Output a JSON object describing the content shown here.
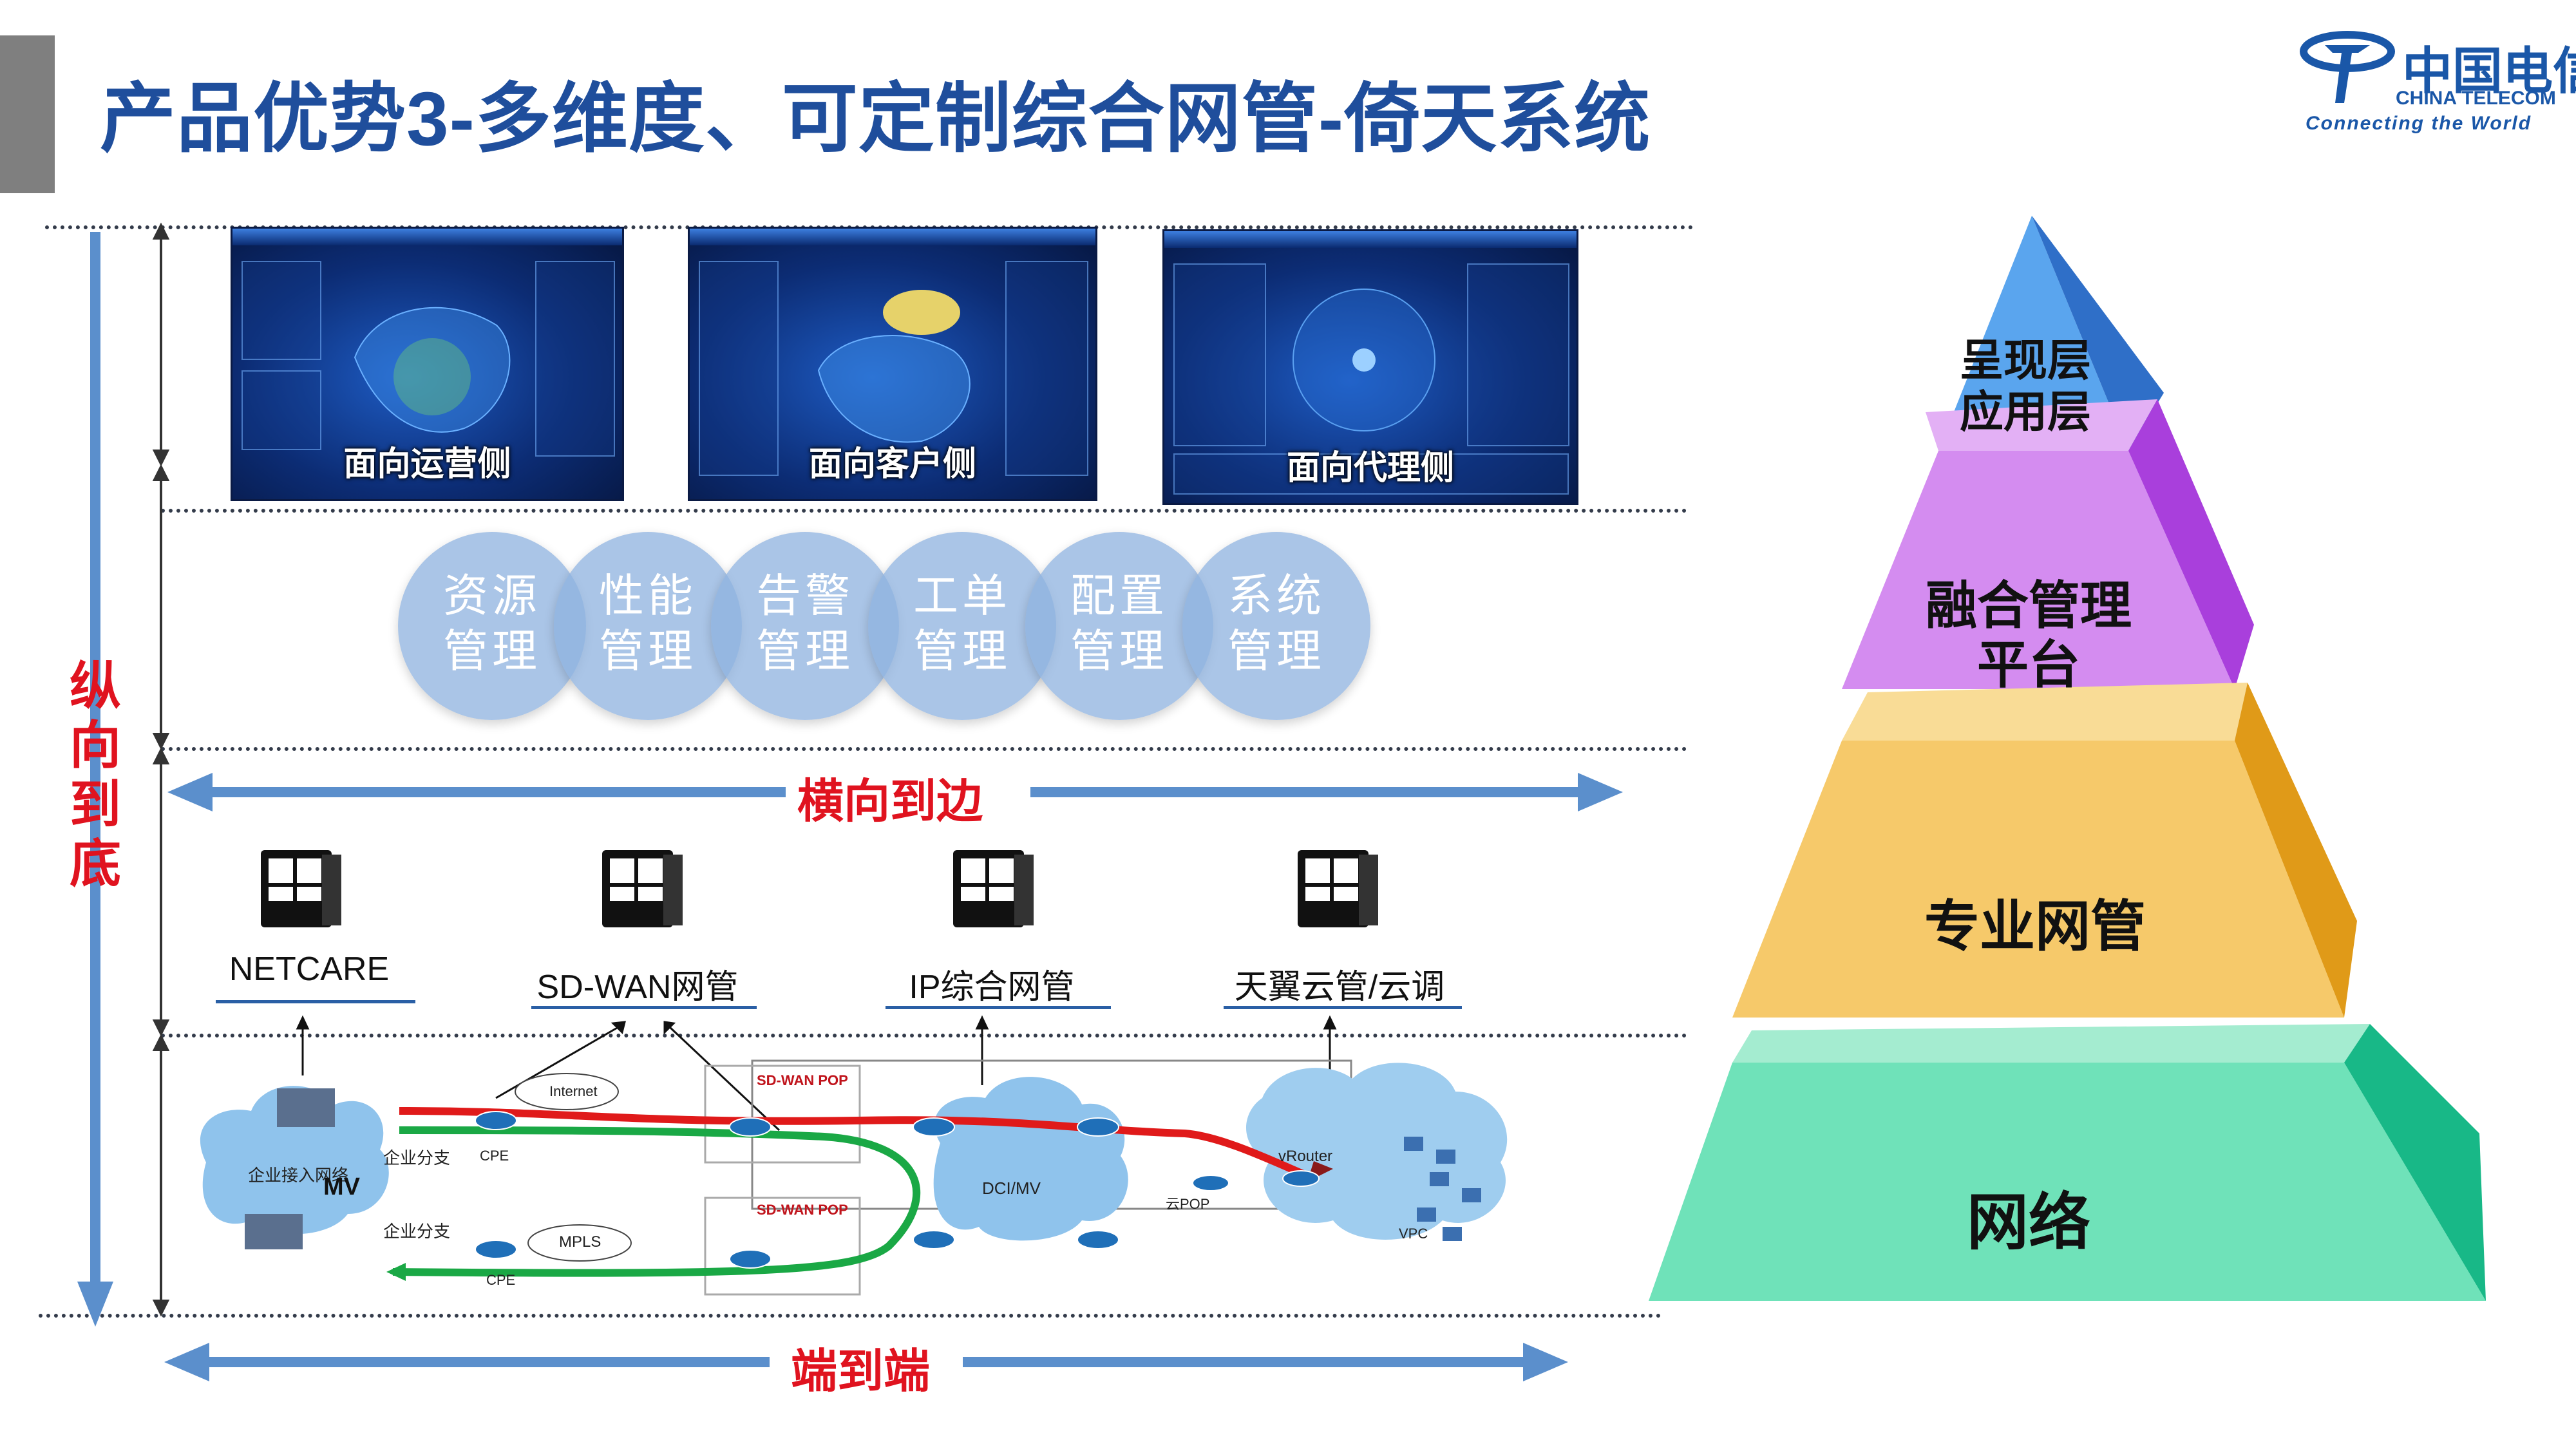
{
  "title": "产品优势3-多维度、可定制综合网管-倚天系统",
  "logo": {
    "cn": "中国电信",
    "en": "CHINA TELECOM",
    "slogan": "Connecting the World"
  },
  "screenshots": [
    {
      "caption": "面向运营侧"
    },
    {
      "caption": "面向客户侧"
    },
    {
      "caption": "面向代理侧"
    }
  ],
  "management_circles": [
    {
      "line1": "资源",
      "line2": "管理"
    },
    {
      "line1": "性能",
      "line2": "管理"
    },
    {
      "line1": "告警",
      "line2": "管理"
    },
    {
      "line1": "工单",
      "line2": "管理"
    },
    {
      "line1": "配置",
      "line2": "管理"
    },
    {
      "line1": "系统",
      "line2": "管理"
    }
  ],
  "horizontal_label": "横向到边",
  "end_to_end_label": "端到端",
  "vertical_label": "纵向到底",
  "systems": [
    "NETCARE",
    "SD-WAN网管",
    "IP综合网管",
    "天翼云管/云调"
  ],
  "network": {
    "enterprise_network": "企业接入网络",
    "mv": "MV",
    "branch1": "企业分支",
    "branch2": "企业分支",
    "cpe1": "CPE",
    "cpe2": "CPE",
    "internet": "Internet",
    "mpls": "MPLS",
    "sdwan_pop1": "SD-WAN POP",
    "sdwan_pop2": "SD-WAN POP",
    "dci": "DCI/MV",
    "cloud_pop": "云POP",
    "vrouter": "vRouter",
    "vpc": "VPC"
  },
  "pyramid": [
    {
      "label1": "呈现层",
      "label2": "应用层",
      "color": "#3d8be0"
    },
    {
      "label1": "融合管理",
      "label2": "平台",
      "color": "#c46ae8"
    },
    {
      "label1": "专业网管",
      "label2": "",
      "color": "#f2b83b"
    },
    {
      "label1": "网络",
      "label2": "",
      "color": "#3fd1a0"
    }
  ],
  "colors": {
    "title": "#1f4e9c",
    "accent_red": "#e0131f",
    "arrow_blue": "#5b8fcc"
  }
}
